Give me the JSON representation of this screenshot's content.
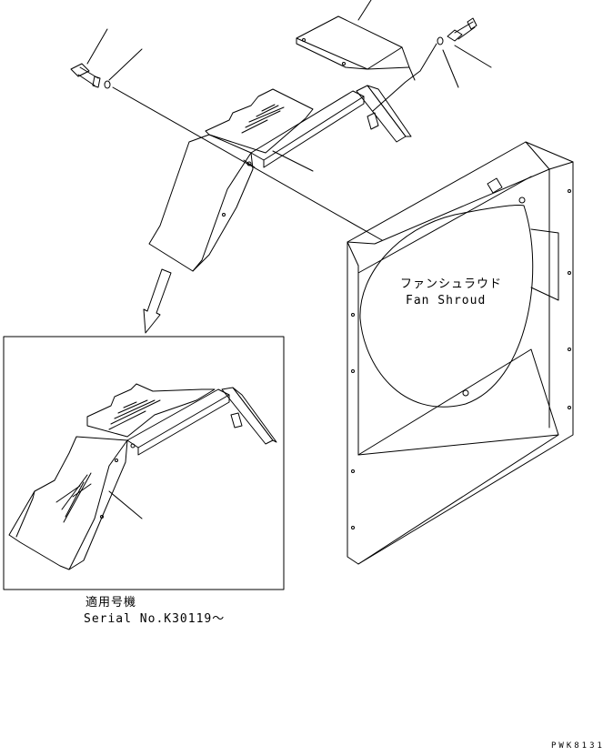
{
  "labels": {
    "shroud_jp": "ファンシュラウド",
    "shroud_en": "Fan Shroud",
    "serial_jp": "適用号機",
    "serial_en": "Serial No.K30119～",
    "drawing_ref": "PWK8131"
  },
  "colors": {
    "line": "#000000",
    "background": "#ffffff"
  }
}
